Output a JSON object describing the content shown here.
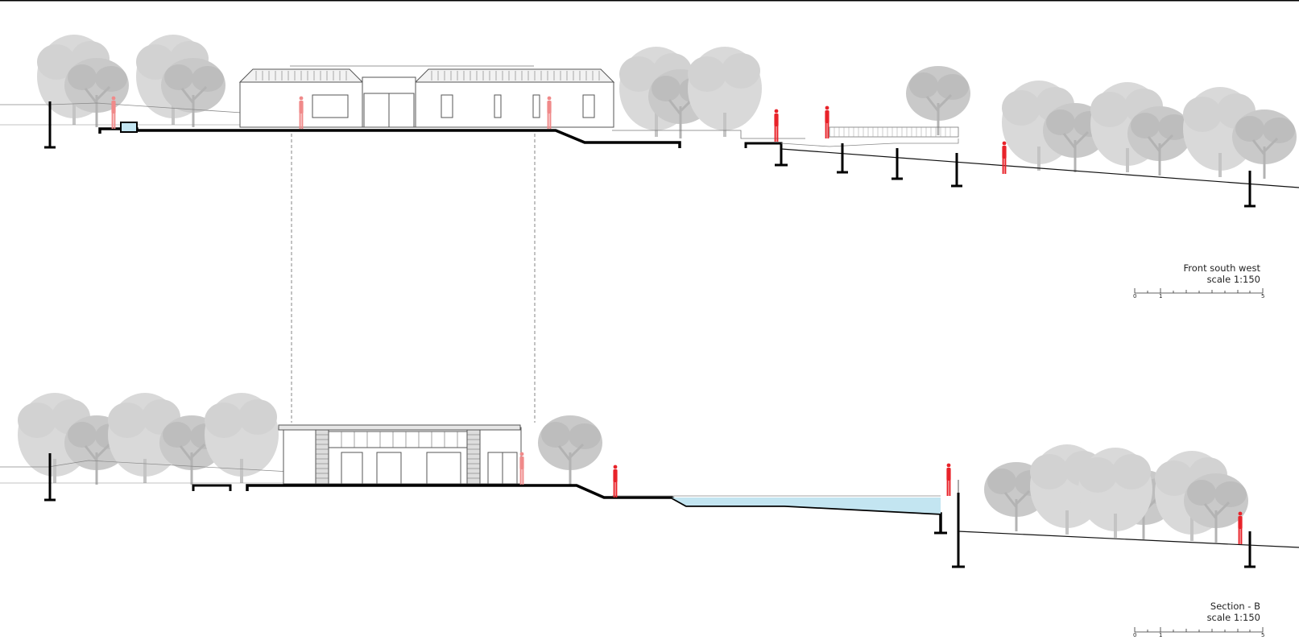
{
  "drawings": [
    {
      "name": "front-south-west",
      "title": "Front south west",
      "scale": "scale 1:150",
      "scale_bar_ticks": [
        "0",
        "1",
        "5"
      ]
    },
    {
      "name": "section-b",
      "title": "Section - B",
      "scale": "scale 1:150",
      "scale_bar_ticks": [
        "0",
        "1",
        "5"
      ]
    }
  ],
  "colors": {
    "ground": "#000000",
    "linework": "#555555",
    "tree_fill": "#d6d6d6",
    "tree_trunk": "#bdbdbd",
    "person": "#e8232a",
    "person_light": "#f08a8a",
    "water": "#c3e5f1"
  },
  "icons": [
    "tree-icon",
    "person-figure-icon"
  ]
}
